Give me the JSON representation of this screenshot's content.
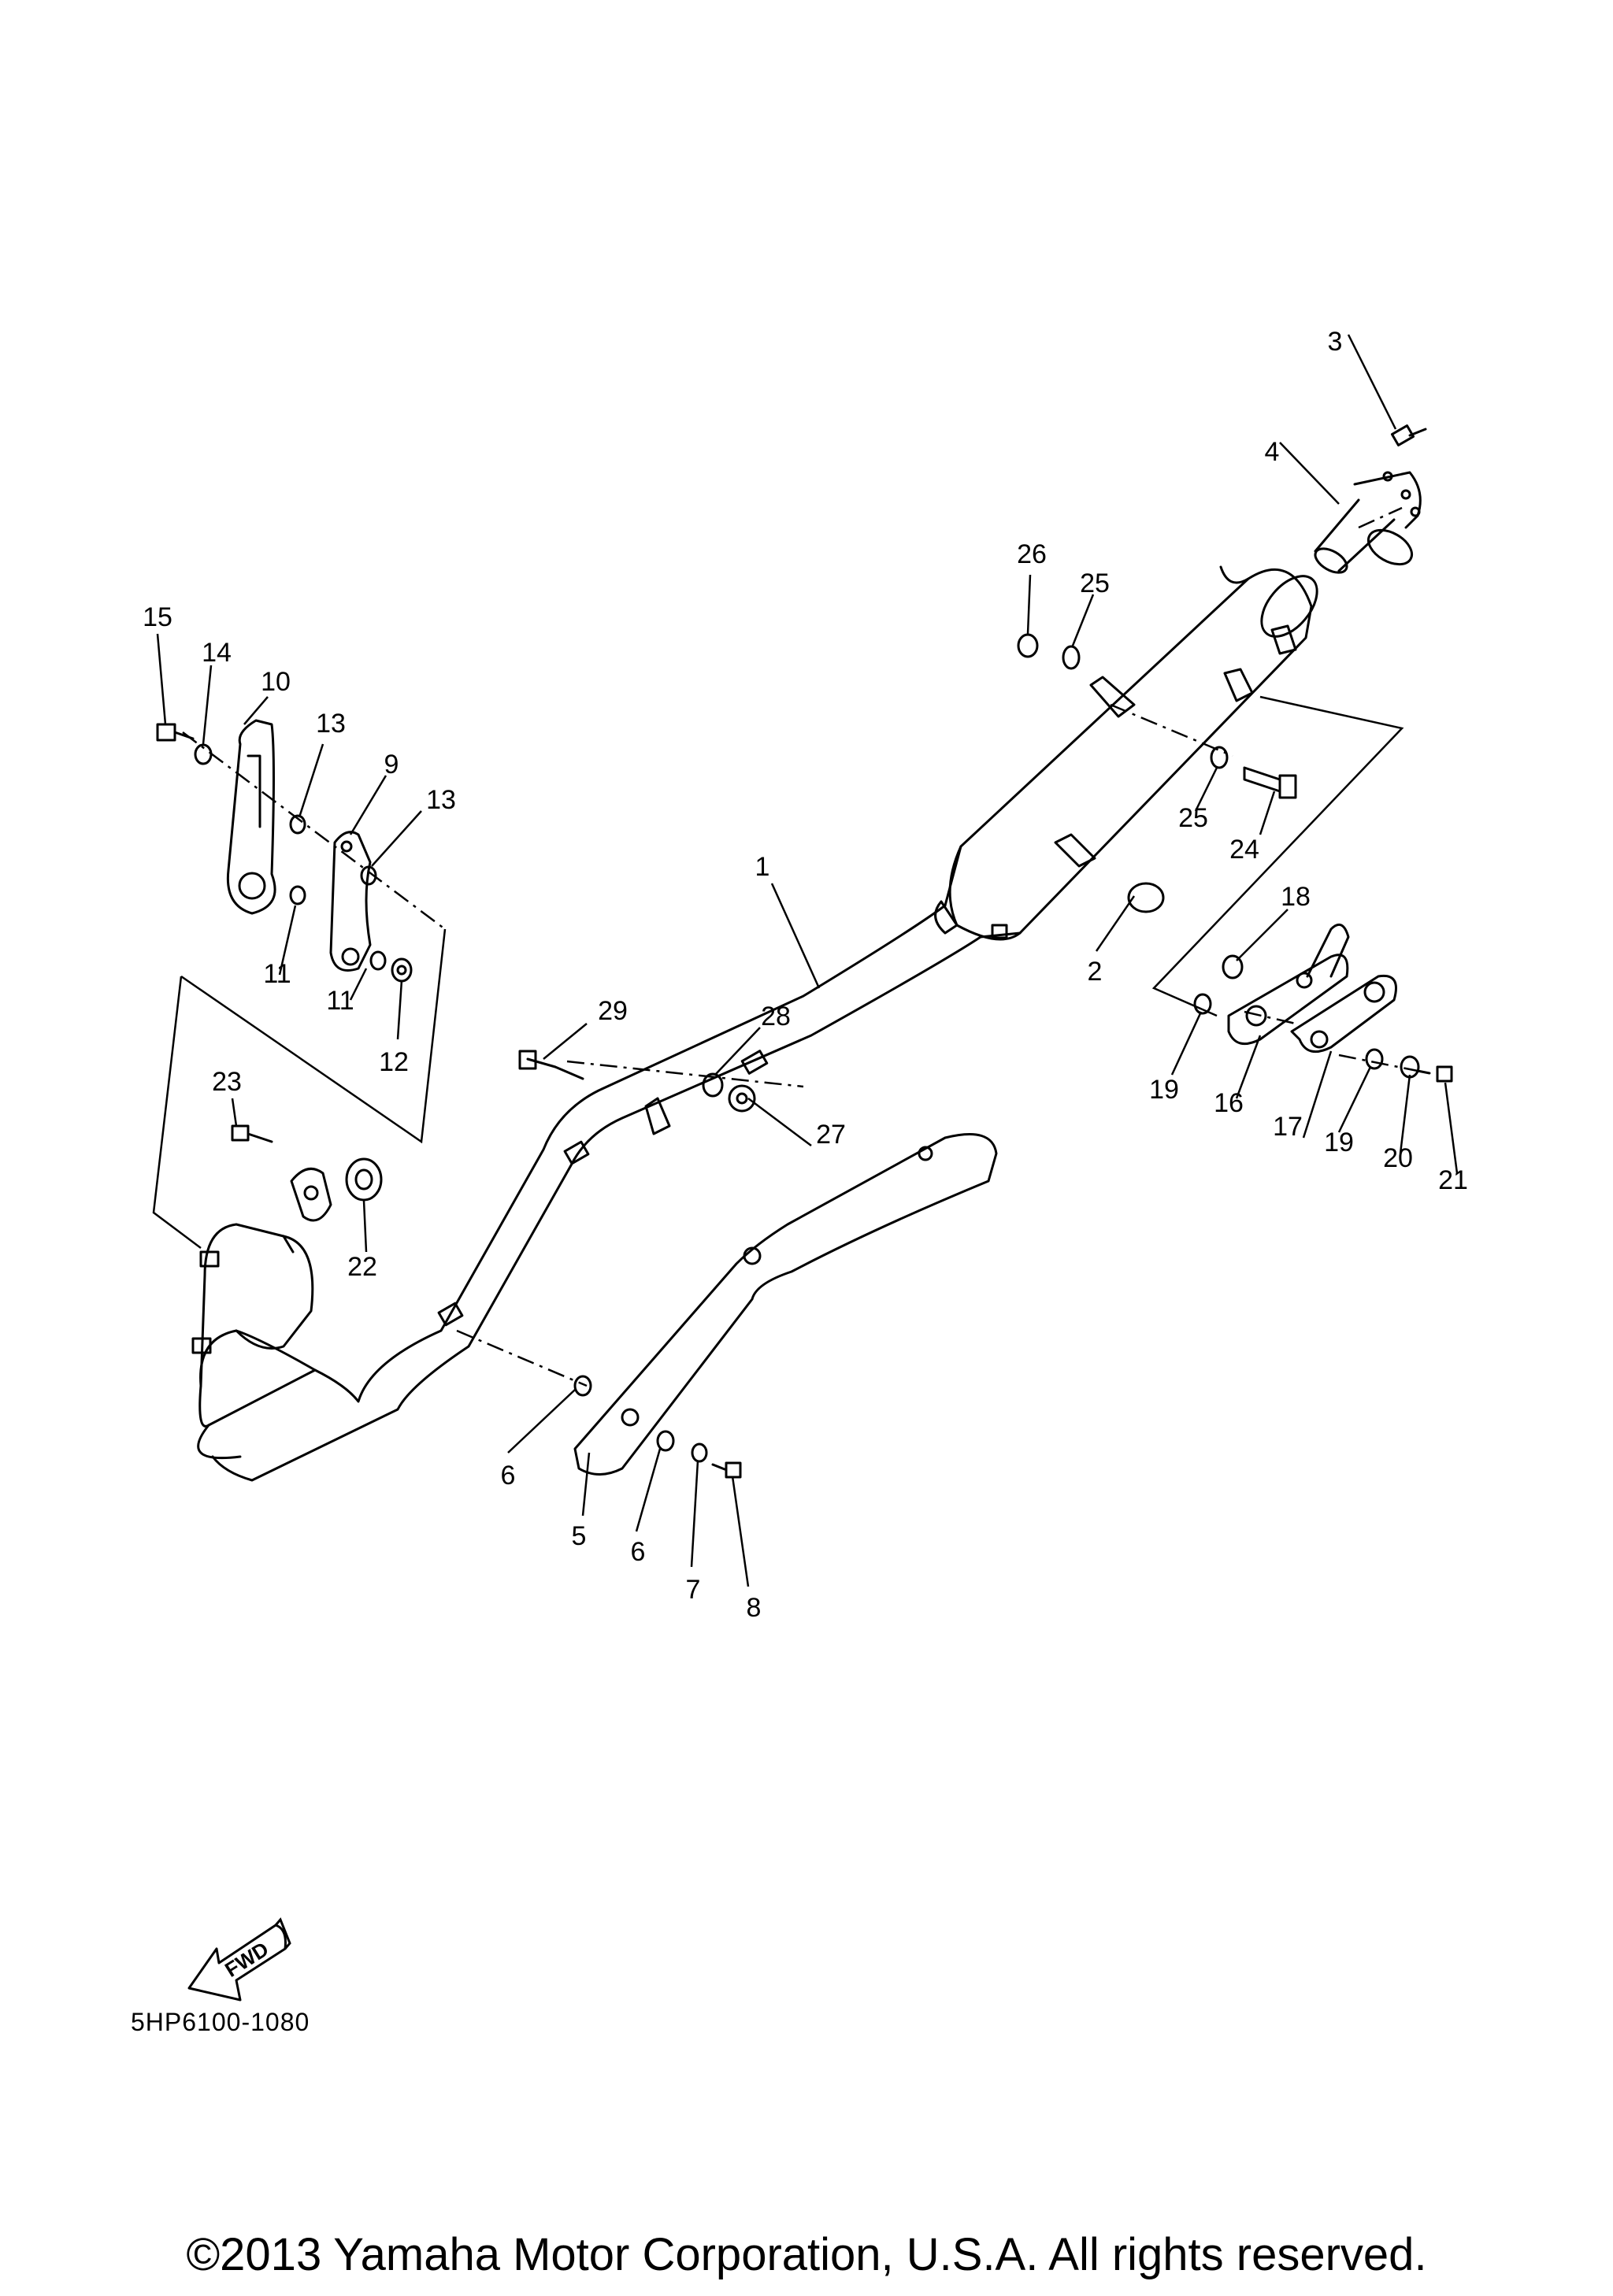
{
  "diagram": {
    "part_labels": [
      "1",
      "2",
      "3",
      "4",
      "5",
      "6",
      "6",
      "7",
      "8",
      "9",
      "10",
      "11",
      "11",
      "12",
      "13",
      "13",
      "14",
      "15",
      "16",
      "17",
      "18",
      "19",
      "19",
      "20",
      "21",
      "22",
      "23",
      "24",
      "25",
      "25",
      "26",
      "27",
      "28",
      "29"
    ],
    "direction_arrow_text": "FWD",
    "reference_code": "5HP6100-1080",
    "copyright": "©2013 Yamaha Motor Corporation, U.S.A. All rights reserved."
  }
}
